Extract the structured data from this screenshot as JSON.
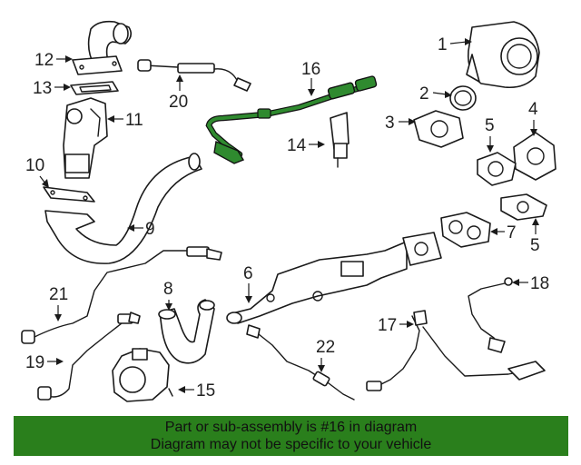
{
  "callouts": {
    "c1": "1",
    "c2": "2",
    "c3": "3",
    "c4": "4",
    "c5a": "5",
    "c5b": "5",
    "c6": "6",
    "c7": "7",
    "c8": "8",
    "c9": "9",
    "c10": "10",
    "c11": "11",
    "c12": "12",
    "c13": "13",
    "c14": "14",
    "c15": "15",
    "c16": "16",
    "c17": "17",
    "c18": "18",
    "c19": "19",
    "c20": "20",
    "c21": "21",
    "c22": "22"
  },
  "banner": {
    "line1": "Part or sub-assembly is #16 in diagram",
    "line2": "Diagram may not be specific to your vehicle"
  },
  "colors": {
    "banner_bg": "#2a7f1c",
    "highlight_part": "#2f8a2f"
  }
}
